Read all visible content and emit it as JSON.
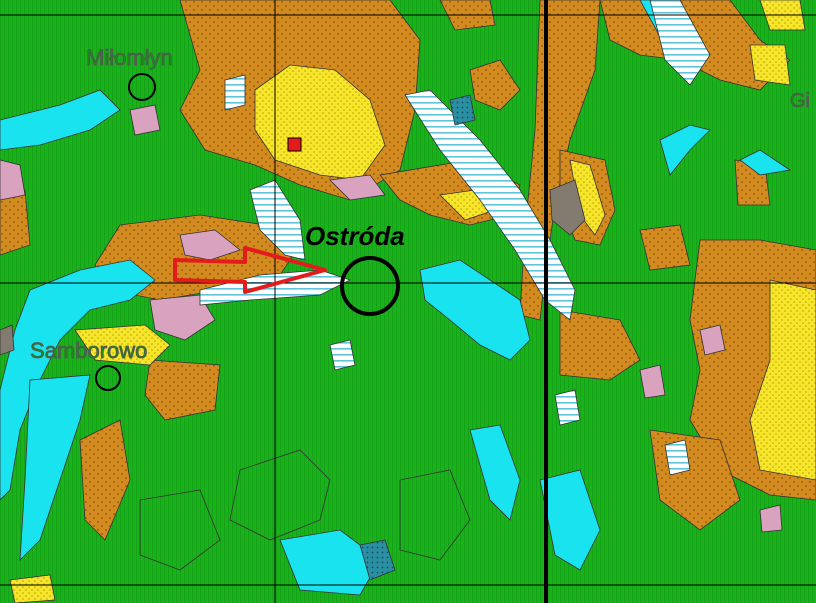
{
  "map": {
    "colors": {
      "green": "#19b21b",
      "orange": "#d38a1e",
      "yellow": "#f7e52a",
      "cyan": "#19e3ef",
      "pink": "#d9a3c0",
      "teal": "#2b8fa3",
      "grey": "#847b70",
      "red": "#e31b1b",
      "line": "#000000"
    },
    "labels": {
      "main_town": "Ostróda",
      "town_north_west": "Miłomłyn",
      "town_west": "Samborowo",
      "edge_label": "Gi"
    },
    "symbols": [
      "town-circle-icon",
      "red-square-icon",
      "red-arrow-icon"
    ]
  }
}
